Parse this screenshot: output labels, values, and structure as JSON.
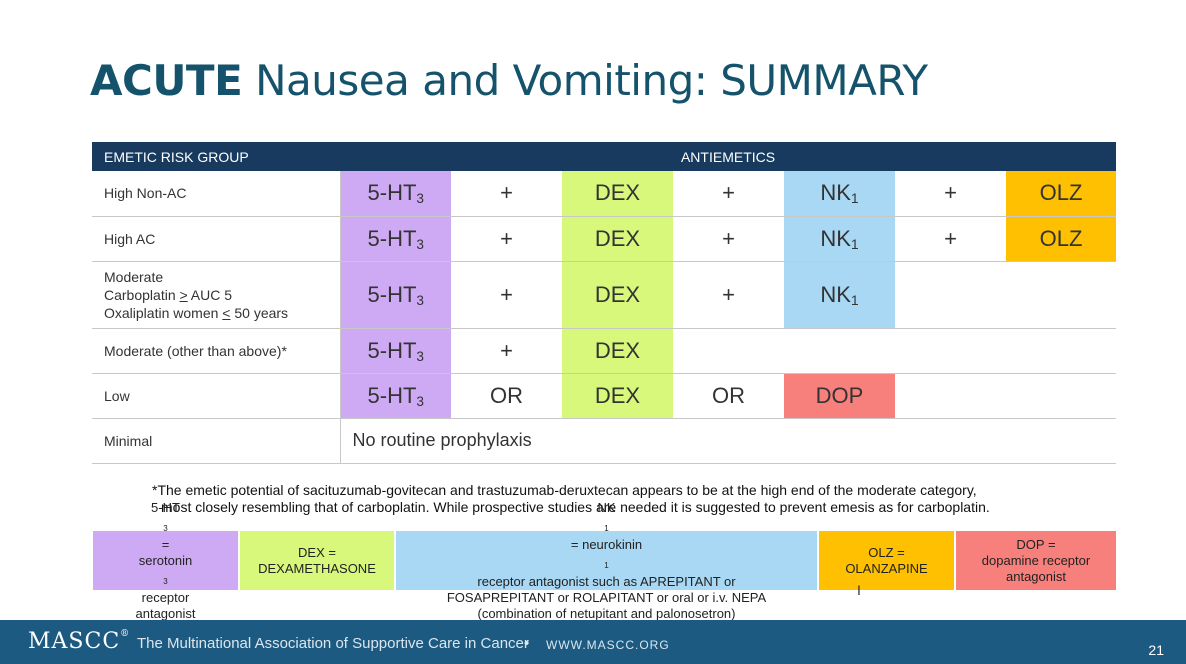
{
  "title": {
    "bold": "ACUTE",
    "rest": " Nausea and Vomiting: SUMMARY"
  },
  "table": {
    "header": {
      "risk": "EMETIC RISK GROUP",
      "antiemetics": "ANTIEMETICS"
    },
    "ops": {
      "plus": "+",
      "or": "OR"
    },
    "drugs": {
      "ht_base": "5-HT",
      "ht_sub": "3",
      "dex": "DEX",
      "nk_base": "NK",
      "nk_sub": "1",
      "olz": "OLZ",
      "dop": "DOP"
    },
    "rows": {
      "high_non_ac": "High Non-AC",
      "high_ac": "High AC",
      "moderate_1": "Moderate",
      "moderate_2a": "Carboplatin ",
      "moderate_2u": ">",
      "moderate_2b": " AUC 5",
      "moderate_3a": "Oxaliplatin women ",
      "moderate_3u": "<",
      "moderate_3b": " 50 years",
      "moderate_other": "Moderate (other than above)*",
      "low": "Low",
      "minimal": "Minimal",
      "no_prophylaxis": "No routine prophylaxis"
    }
  },
  "footnote": {
    "line1": "*The emetic potential of sacituzumab-govitecan and trastuzumab-deruxtecan appears to be at the high end of the moderate category,",
    "line2": "most closely resembling that of carboplatin. While prospective studies are needed it is suggested to prevent emesis as for carboplatin."
  },
  "legend": {
    "ht_a": "5-HT",
    "ht_sub": "3",
    "ht_b": " =",
    "ht_c": "serotonin",
    "ht_sub2": "3",
    "ht_d": " receptor",
    "ht_e": "antagonist",
    "dex_1": "DEX =",
    "dex_2": "DEXAMETHASONE",
    "nk_a": "NK",
    "nk_sub": "1",
    "nk_b": " = neurokinin",
    "nk_sub2": "1",
    "nk_c": " receptor antagonist such as APREPITANT or",
    "nk_2": "FOSAPREPITANT or ROLAPITANT or oral or i.v. NEPA",
    "nk_3": "(combination of netupitant and palonosetron)",
    "olz_1": "OLZ =",
    "olz_2": "OLANZAPINE",
    "dop_1": "DOP =",
    "dop_2": "dopamine receptor",
    "dop_3": "antagonist"
  },
  "footer": {
    "logo": "MASCC",
    "logo_mark": "®",
    "org": "The Multinational Association of Supportive Care in Cancer",
    "separator": "•",
    "site": "WWW.MASCC.ORG",
    "page": "21"
  },
  "colors": {
    "title": "#14536b",
    "header_bg": "#173a5e",
    "ht": "#cfaaf4",
    "dex": "#d8f87c",
    "nk": "#a8d8f3",
    "olz": "#fec000",
    "dop": "#f8807c",
    "footer_bg": "#1c5a82"
  }
}
